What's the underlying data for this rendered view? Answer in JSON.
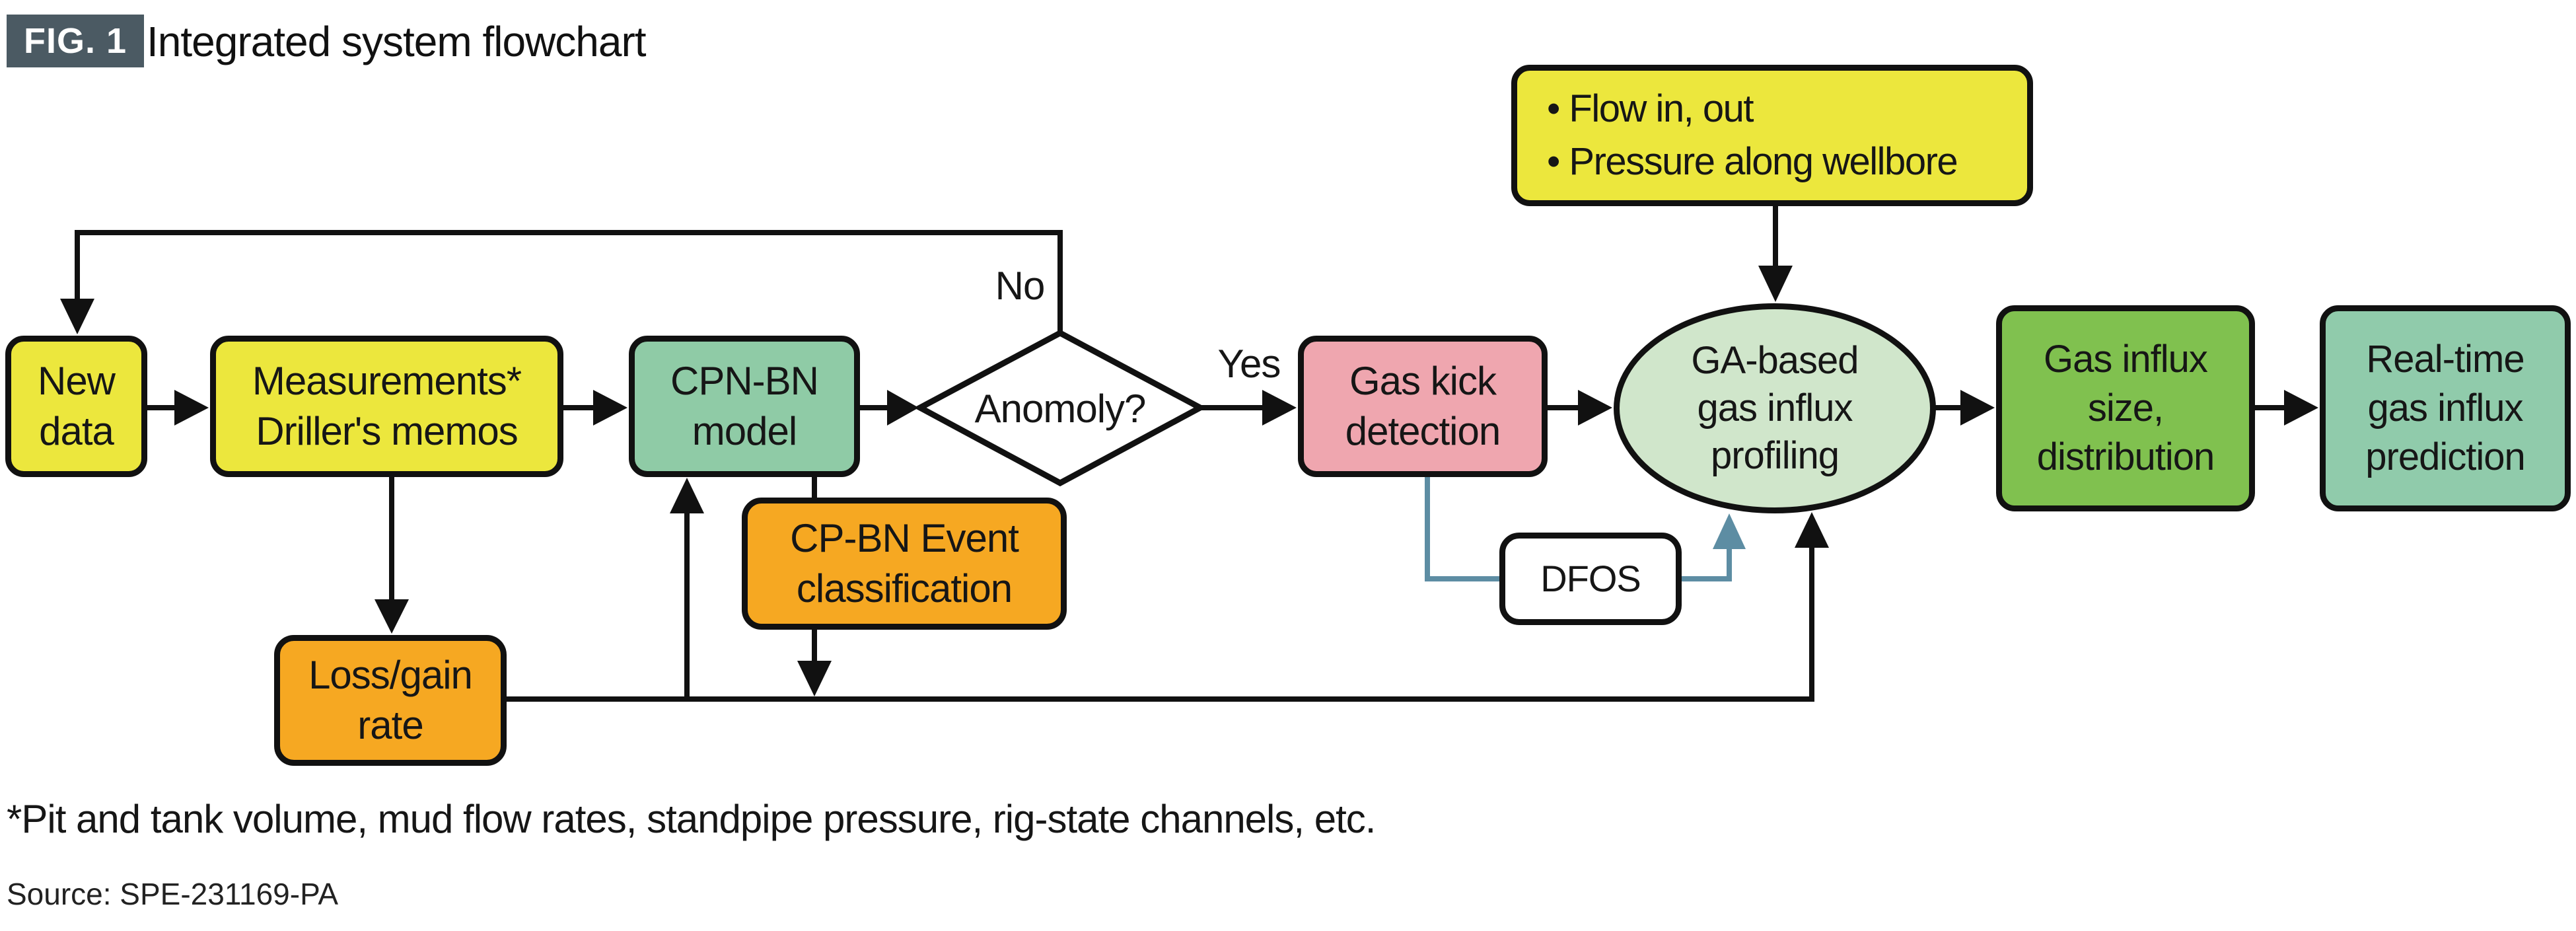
{
  "header": {
    "fig_badge": "FIG. 1",
    "title": "Integrated system flowchart"
  },
  "nodes": {
    "new_data": {
      "lines": [
        "New",
        "data"
      ]
    },
    "measurements": {
      "lines": [
        "Measurements*",
        "Driller's memos"
      ]
    },
    "cpn_bn_model": {
      "lines": [
        "CPN-BN",
        "model"
      ]
    },
    "anomaly_decision": {
      "label": "Anomoly?"
    },
    "gas_kick_detection": {
      "lines": [
        "Gas kick",
        "detection"
      ]
    },
    "ga_gas_influx_profiling": {
      "lines": [
        "GA-based",
        "gas influx",
        "profiling"
      ]
    },
    "gas_influx_size": {
      "lines": [
        "Gas influx",
        "size,",
        "distribution"
      ]
    },
    "realtime_prediction": {
      "lines": [
        "Real-time",
        "gas influx",
        "prediction"
      ]
    },
    "cp_bn_event": {
      "lines": [
        "CP-BN Event",
        "classification"
      ]
    },
    "loss_gain_rate": {
      "lines": [
        "Loss/gain",
        "rate"
      ]
    },
    "dfos": {
      "label": "DFOS"
    },
    "wellbore_inputs": {
      "lines": [
        "• Flow in, out",
        "• Pressure along wellbore"
      ]
    }
  },
  "edge_labels": {
    "no": "No",
    "yes": "Yes"
  },
  "edges": [
    {
      "from": "new_data",
      "to": "measurements",
      "style": "black-arrow"
    },
    {
      "from": "measurements",
      "to": "cpn_bn_model",
      "style": "black-arrow"
    },
    {
      "from": "cpn_bn_model",
      "to": "anomaly_decision",
      "style": "black-arrow"
    },
    {
      "from": "anomaly_decision",
      "to": "gas_kick_detection",
      "style": "black-arrow",
      "label": "Yes"
    },
    {
      "from": "anomaly_decision",
      "to": "new_data",
      "style": "black-arrow-feedback",
      "label": "No"
    },
    {
      "from": "gas_kick_detection",
      "to": "ga_gas_influx_profiling",
      "style": "black-arrow"
    },
    {
      "from": "ga_gas_influx_profiling",
      "to": "gas_influx_size",
      "style": "black-arrow"
    },
    {
      "from": "gas_influx_size",
      "to": "realtime_prediction",
      "style": "black-arrow"
    },
    {
      "from": "wellbore_inputs",
      "to": "ga_gas_influx_profiling",
      "style": "black-arrow"
    },
    {
      "from": "measurements",
      "to": "loss_gain_rate",
      "style": "black-arrow"
    },
    {
      "from": "cpn_bn_model",
      "to": "cp_bn_event",
      "style": "black-line"
    },
    {
      "from": "cp_bn_event",
      "to": "bottom-bus",
      "style": "black-arrow"
    },
    {
      "from": "loss_gain_rate",
      "to": "cpn_bn_model",
      "style": "black-arrow"
    },
    {
      "from": "loss_gain_rate",
      "to": "ga_gas_influx_profiling",
      "style": "black-arrow"
    },
    {
      "from": "gas_kick_detection",
      "to": "dfos",
      "style": "teal-line"
    },
    {
      "from": "dfos",
      "to": "ga_gas_influx_profiling",
      "style": "teal-arrow"
    }
  ],
  "footer": {
    "footnote": "*Pit and tank volume, mud flow rates, standpipe pressure, rig-state channels, etc.",
    "source": "Source: SPE-231169-PA"
  },
  "colors": {
    "yellow": "#ece73d",
    "soft_green": "#8fcba6",
    "pink": "#efa6af",
    "ellipse_green": "#d0e6cb",
    "green": "#80c14f",
    "seafoam": "#90cbab",
    "orange": "#f6a822",
    "badge_slate": "#4b5a63",
    "teal_connector": "#5d8da3",
    "line_black": "#111111",
    "background": "#ffffff"
  }
}
